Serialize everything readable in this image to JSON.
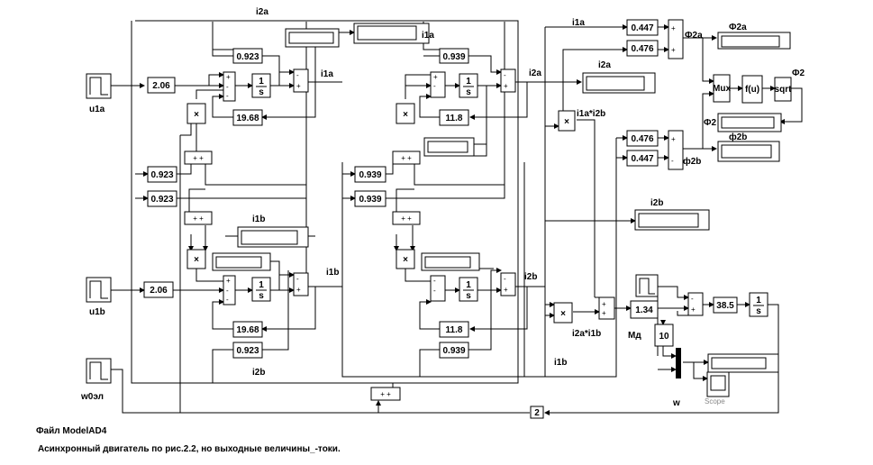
{
  "footer": {
    "file_label": "Файл ModelAD4",
    "description": "Асинхронный двигатель по рис.2.2, но выходные величины_-токи."
  },
  "gains": {
    "g206_top": "2.06",
    "g206_bot": "2.06",
    "g0923_a": "0.923",
    "g0923_b": "0.923",
    "g0923_c": "0.923",
    "g0923_d": "0.923",
    "g1968_a": "19.68",
    "g1968_b": "19.68",
    "g0939_a": "0.939",
    "g0939_b": "0.939",
    "g0939_c": "0.939",
    "g0939_d": "0.939",
    "g118_a": "11.8",
    "g118_b": "11.8",
    "g0447_a": "0.447",
    "g0476_a": "0.476",
    "g0476_b": "0.476",
    "g0447_b": "0.447",
    "g134": "1.34",
    "g385": "38.5",
    "g10": "10",
    "g2": "2"
  },
  "integrator": {
    "num": "1",
    "den": "s"
  },
  "ops": {
    "mux": "Mux",
    "fcn": "f(u)",
    "sqrt": "sqrt",
    "times": "×",
    "plus": "+",
    "minus": "-",
    "pp": "+ +"
  },
  "signals": {
    "u1a": "u1a",
    "u1b": "u1b",
    "w0el": "w0эл",
    "i1a_top": "i1a",
    "i1a_mid": "i1a",
    "i1a_right": "i1a",
    "i2a_top": "i2a",
    "i2a_mid": "i2a",
    "i2a_right": "i2a",
    "i1b_bus": "i1b",
    "i1b_disp": "i1b",
    "i1b_right": "i1b",
    "i2b_bus": "i2b",
    "i2b_lbl": "i2b",
    "i2b_right": "i2b",
    "prod1": "i1a*i2b",
    "prod2": "i2a*i1b",
    "phi2a_1": "Ф2a",
    "phi2a_2": "Ф2a",
    "phi2b_1": "ф2b",
    "phi2b_2": "ф2b",
    "phi2_1": "Ф2",
    "phi2_2": "Ф2",
    "md": "Мд",
    "w": "w",
    "scope": "Scope"
  }
}
